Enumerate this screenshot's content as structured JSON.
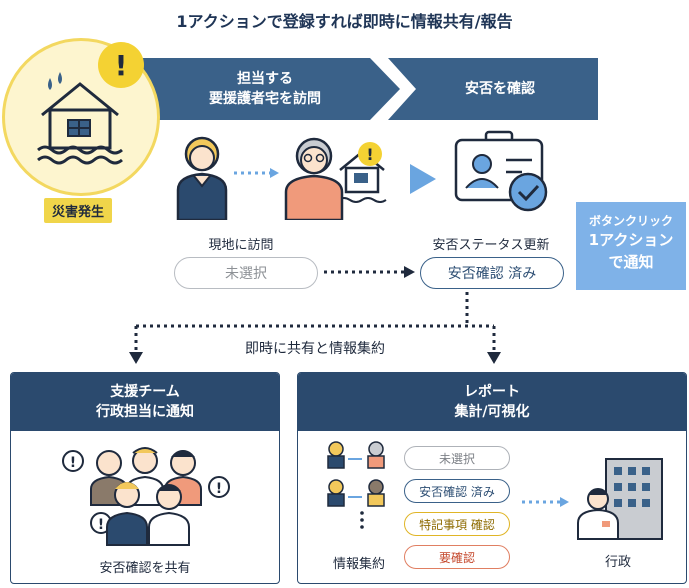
{
  "title": "1アクションで登録すれば即時に情報共有/報告",
  "banner": {
    "step1_line1": "担当する",
    "step1_line2": "要援護者宅を訪問",
    "step2": "安否を確認"
  },
  "disaster": {
    "tag": "災害発生",
    "warn": "!"
  },
  "visit": {
    "label": "現地に訪問",
    "status_before": "未選択"
  },
  "update": {
    "label": "安否ステータス更新",
    "status_after": "安否確認 済み"
  },
  "callout": {
    "line1": "ボタンクリック",
    "line2": "1アクション",
    "line3": "で通知"
  },
  "share_label": "即時に共有と情報集約",
  "support_panel": {
    "title_line1": "支援チーム",
    "title_line2": "行政担当に通知",
    "caption": "安否確認を共有"
  },
  "report_panel": {
    "title_line1": "レポート",
    "title_line2": "集計/可視化",
    "statuses": [
      "未選択",
      "安否確認 済み",
      "特記事項 確認",
      "要確認"
    ],
    "caption_left": "情報集約",
    "caption_right": "行政"
  },
  "colors": {
    "navy": "#2b4a6e",
    "banner": "#3a6189",
    "yellow": "#f0d54a",
    "callout": "#7fb2e8",
    "arrow": "#6aa5e0",
    "red": "#e07f62"
  }
}
